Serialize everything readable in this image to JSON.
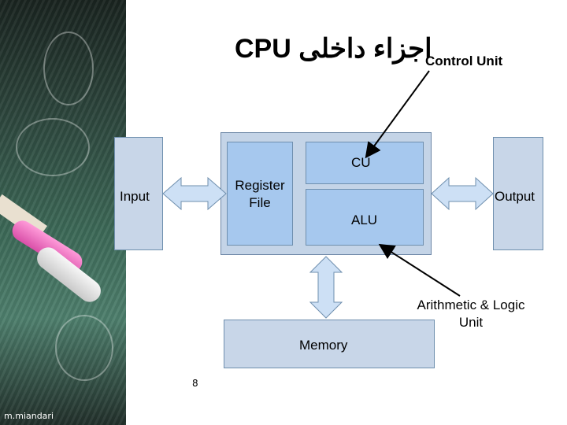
{
  "title": "CPU اجزاء داخلی",
  "labels": {
    "control_unit": "Control Unit",
    "cu": "CU",
    "register_file_line1": "Register",
    "register_file_line2": "File",
    "alu": "ALU",
    "input": "Input",
    "output": "Output",
    "memory": "Memory",
    "arith_line1": "Arithmetic & Logic",
    "arith_line2": "Unit"
  },
  "page_number": "8",
  "author": "m.miandari",
  "colors": {
    "block_fill": "#a6c8ee",
    "cpu_fill": "#c4d4e7",
    "io_fill": "#c8d6e8",
    "arrow_fill": "#cde0f5"
  }
}
